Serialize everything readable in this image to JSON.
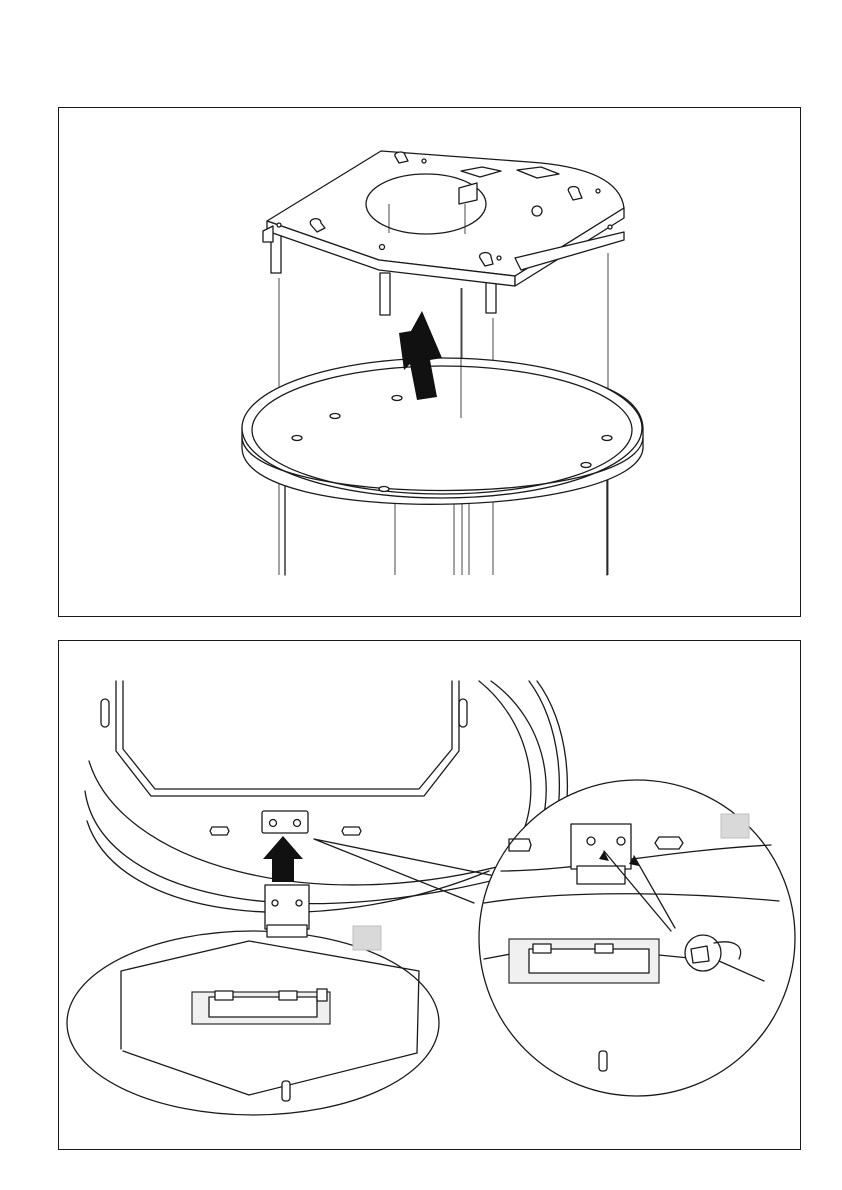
{
  "colors": {
    "line": "#1a1a1a",
    "arrow": "#111111",
    "callout_box": "#d9d9d9",
    "background": "#ffffff"
  },
  "top_step": {
    "arrow_direction": "up"
  },
  "bottom_step": {
    "arrow_direction": "up",
    "callout_marker_count": 2
  }
}
